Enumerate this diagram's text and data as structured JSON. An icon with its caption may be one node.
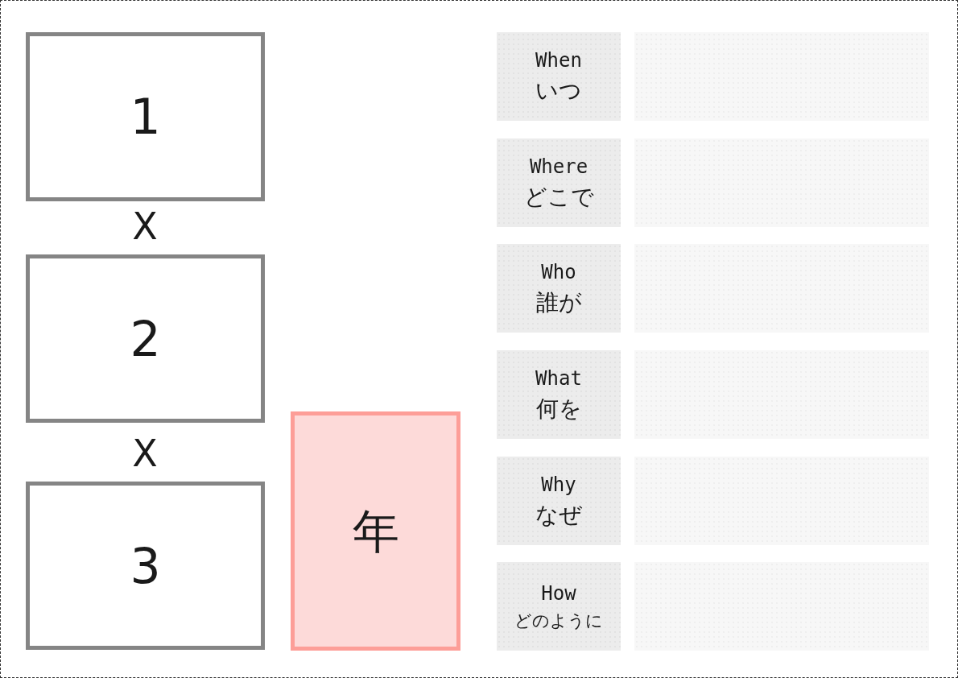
{
  "diagram": {
    "nodes": [
      {
        "text": [
          "1"
        ]
      },
      {
        "text": [
          "2"
        ]
      },
      {
        "text": [
          "3"
        ]
      },
      {
        "text": [
          "年"
        ]
      },
      {
        "text": [
          "When",
          "いつ"
        ]
      },
      {
        "text": [],
        "shape": "box"
      },
      {
        "text": [
          "Where",
          "どこで"
        ]
      },
      {
        "text": [],
        "shape": "box"
      },
      {
        "text": [
          "Who",
          "誰が"
        ]
      },
      {
        "text": [],
        "shape": "box"
      },
      {
        "text": [
          "What",
          "何を"
        ]
      },
      {
        "text": [],
        "shape": "box"
      },
      {
        "text": [
          "Why",
          "なぜ"
        ]
      },
      {
        "text": [],
        "shape": "box"
      },
      {
        "text": [
          "How",
          "どのように"
        ]
      },
      {
        "text": [],
        "shape": "box"
      }
    ],
    "labels": [
      "X",
      "X"
    ]
  }
}
